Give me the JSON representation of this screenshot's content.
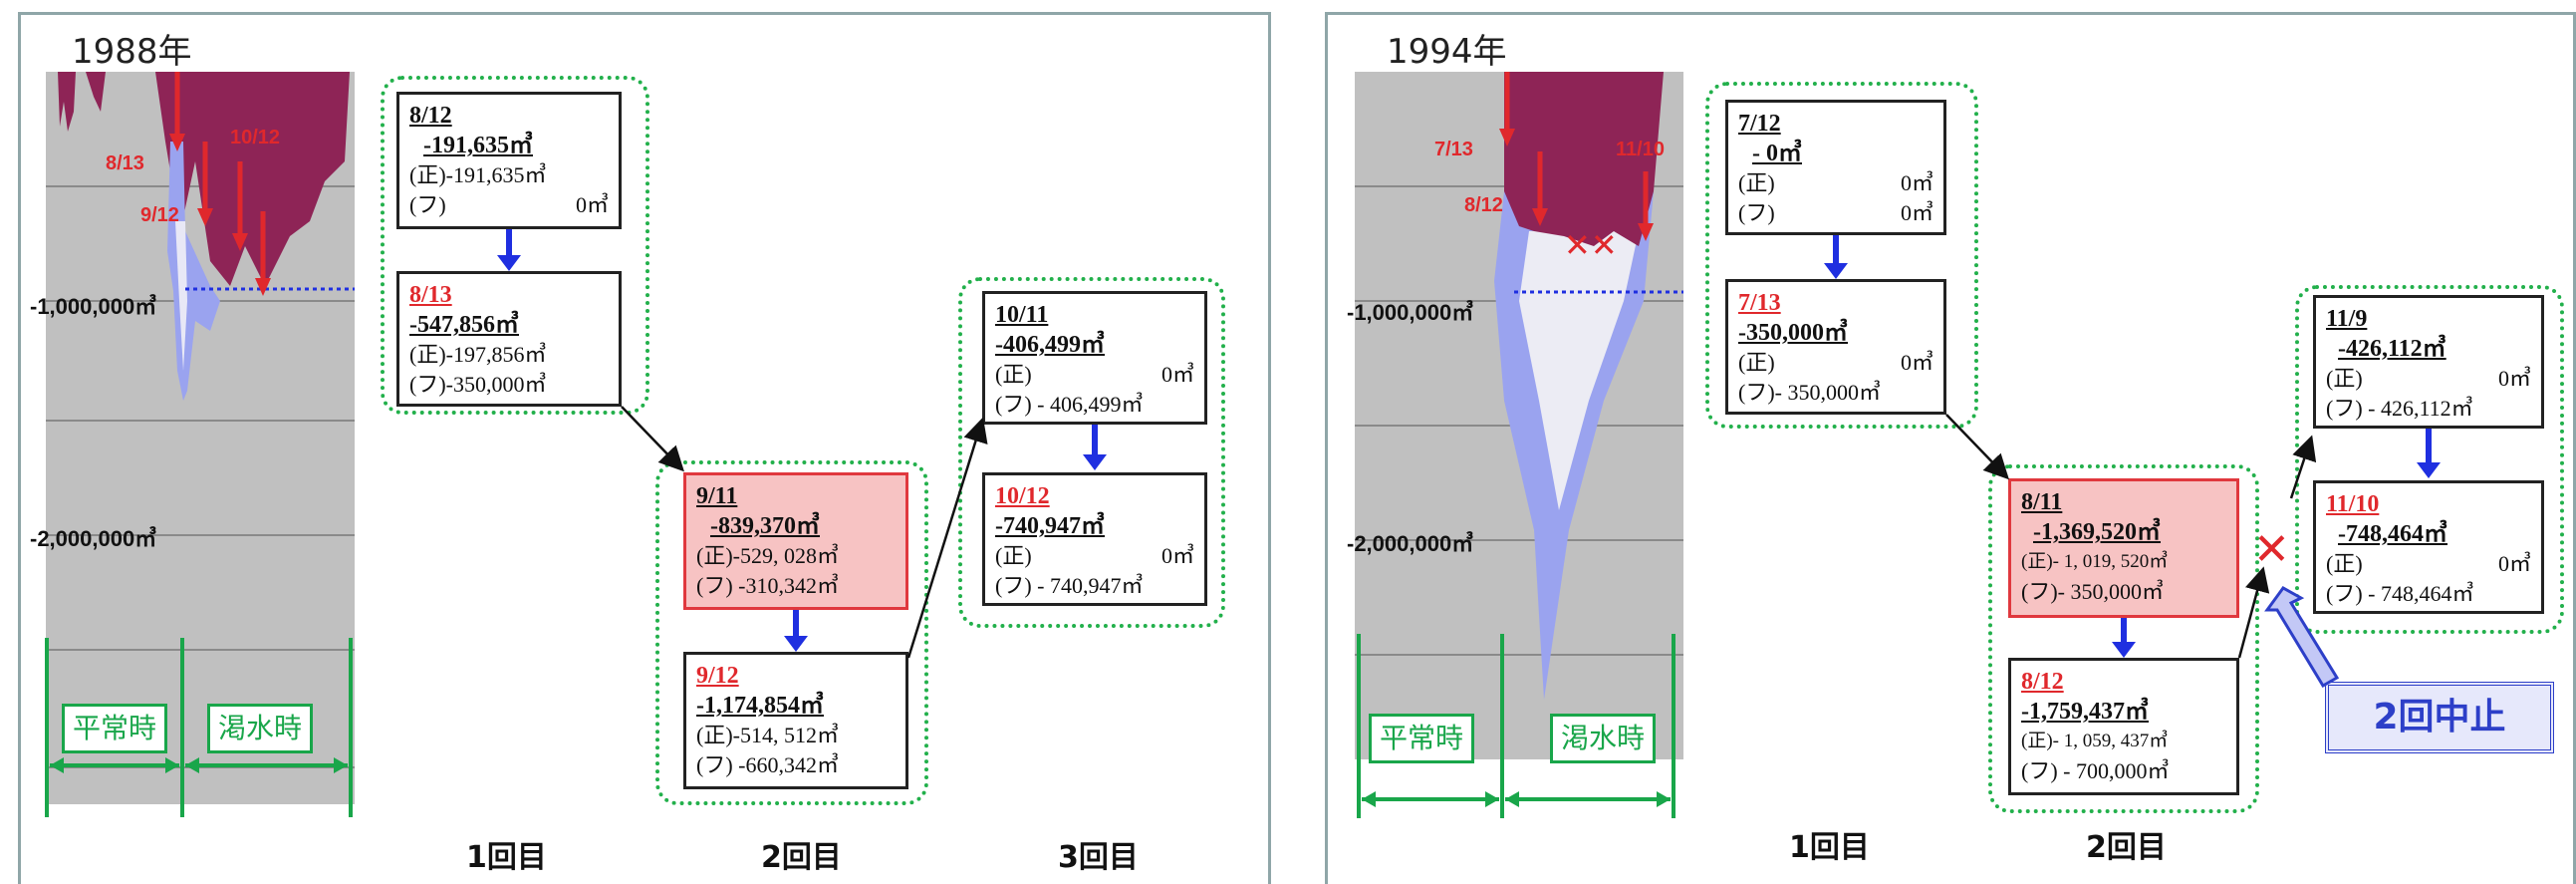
{
  "left": {
    "year": "1988年",
    "axis": [
      "-1,000,000㎥",
      "-2,000,000㎥"
    ],
    "chart_dates": [
      "8/13",
      "9/12",
      "10/12"
    ],
    "modes": [
      "平常時",
      "渇水時"
    ],
    "rounds": [
      "1回目",
      "2回目",
      "3回目"
    ],
    "boxes": [
      {
        "date": "8/12",
        "date_red": false,
        "total": "-191,635㎥",
        "sei": "(正)-191,635㎥",
        "fu": "(フ)",
        "fu_val": "0㎥"
      },
      {
        "date": "8/13",
        "date_red": true,
        "total": "-547,856㎥",
        "sei": "(正)-197,856㎥",
        "fu": "(フ)-350,000㎥",
        "fu_val": ""
      },
      {
        "date": "9/11",
        "date_red": false,
        "total": "-839,370㎥",
        "sei": "(正)-529, 028㎥",
        "fu": "(フ) -310,342㎥",
        "fu_val": ""
      },
      {
        "date": "9/12",
        "date_red": true,
        "total": "-1,174,854㎥",
        "sei": "(正)-514, 512㎥",
        "fu": "(フ) -660,342㎥",
        "fu_val": ""
      },
      {
        "date": "10/11",
        "date_red": false,
        "total": "-406,499㎥",
        "sei": "(正)",
        "sei_val": "0㎥",
        "fu": "(フ) - 406,499㎥",
        "fu_val": ""
      },
      {
        "date": "10/12",
        "date_red": true,
        "total": "-740,947㎥",
        "sei": "(正)",
        "sei_val": "0㎥",
        "fu": "(フ) - 740,947㎥",
        "fu_val": ""
      }
    ]
  },
  "right": {
    "year": "1994年",
    "axis": [
      "-1,000,000㎥",
      "-2,000,000㎥"
    ],
    "chart_dates": [
      "7/13",
      "8/12",
      "11/10"
    ],
    "modes": [
      "平常時",
      "渇水時"
    ],
    "rounds": [
      "1回目",
      "2回目"
    ],
    "stop_label": "2回中止",
    "boxes": [
      {
        "date": "7/12",
        "date_red": false,
        "total": "-   0㎥",
        "sei": "(正)",
        "sei_val": "0㎥",
        "fu": "(フ)",
        "fu_val": "0㎥"
      },
      {
        "date": "7/13",
        "date_red": true,
        "total": "-350,000㎥",
        "sei": "(正)",
        "sei_val": "0㎥",
        "fu": "(フ)- 350,000㎥",
        "fu_val": ""
      },
      {
        "date": "8/11",
        "date_red": false,
        "total": "-1,369,520㎥",
        "sei": "(正)- 1, 019, 520㎥",
        "fu": "(フ)- 350,000㎥",
        "fu_val": ""
      },
      {
        "date": "8/12",
        "date_red": true,
        "total": "-1,759,437㎥",
        "sei": "(正)- 1, 059, 437㎥",
        "fu": "(フ) - 700,000㎥",
        "fu_val": ""
      },
      {
        "date": "11/9",
        "date_red": false,
        "total": "-426,112㎥",
        "sei": "(正)",
        "sei_val": "0㎥",
        "fu": "(フ) - 426,112㎥",
        "fu_val": ""
      },
      {
        "date": "11/10",
        "date_red": true,
        "total": "-748,464㎥",
        "sei": "(正)",
        "sei_val": "0㎥",
        "fu": "(フ) - 748,464㎥",
        "fu_val": ""
      }
    ]
  },
  "colors": {
    "dotted": "#22b04b",
    "arrow_blue": "#1f2fe0",
    "red": "#e0282c",
    "maroon": "#8e2456",
    "water": "#9aa3ef"
  }
}
